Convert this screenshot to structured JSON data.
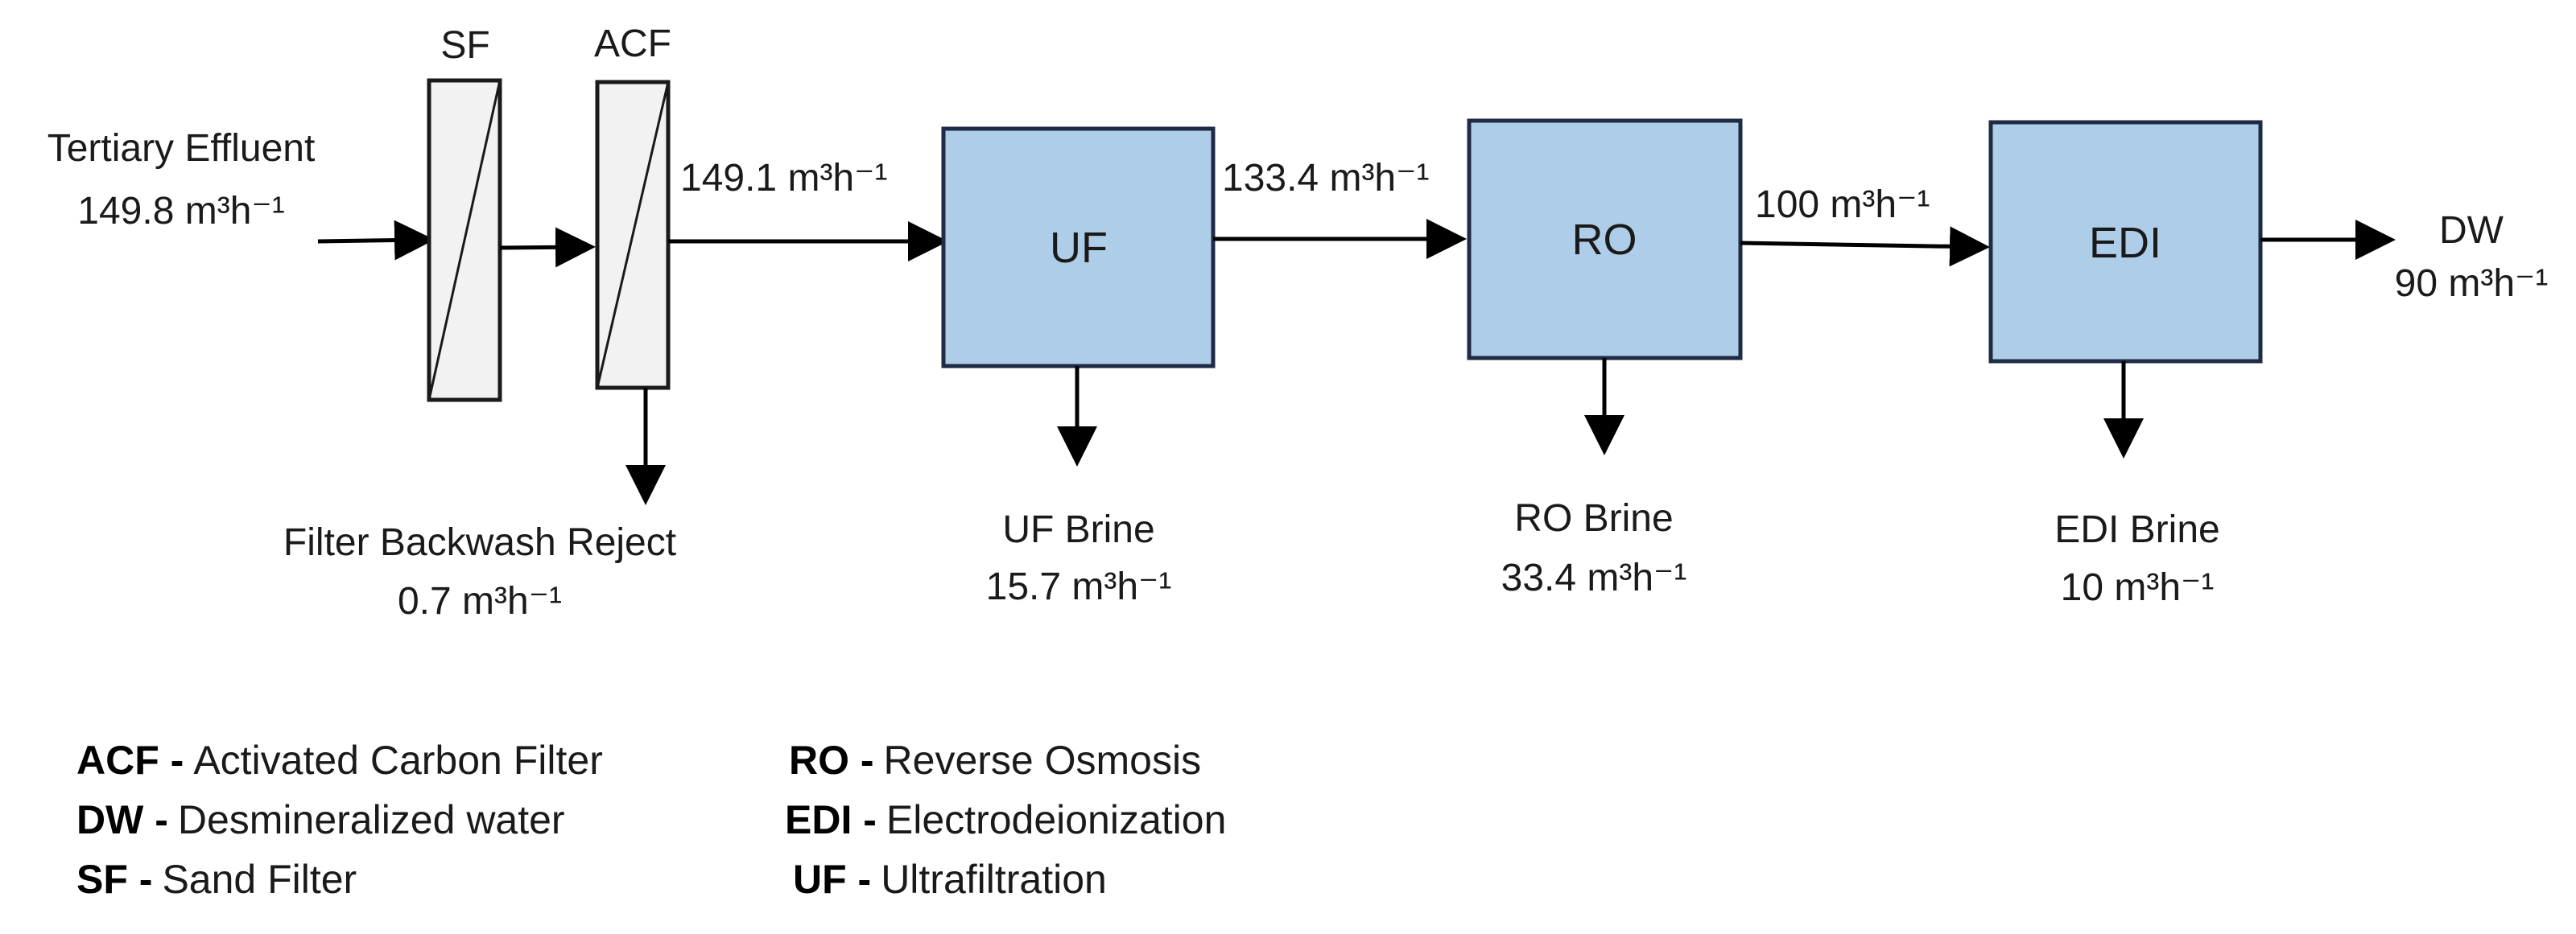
{
  "units": {
    "sf": "SF",
    "acf": "ACF",
    "uf": "UF",
    "ro": "RO",
    "edi": "EDI"
  },
  "streams": {
    "feed_name": "Tertiary Effluent",
    "feed_flow": "149.8 m³h⁻¹",
    "after_filters_flow": "149.1 m³h⁻¹",
    "after_uf_flow": "133.4 m³h⁻¹",
    "after_ro_flow": "100 m³h⁻¹",
    "product_name": "DW",
    "product_flow": "90 m³h⁻¹"
  },
  "rejects": {
    "filter_name": "Filter Backwash Reject",
    "filter_flow": "0.7 m³h⁻¹",
    "uf_name": "UF Brine",
    "uf_flow": "15.7 m³h⁻¹",
    "ro_name": "RO Brine",
    "ro_flow": "33.4 m³h⁻¹",
    "edi_name": "EDI Brine",
    "edi_flow": "10 m³h⁻¹"
  },
  "legend": [
    {
      "key": "ACF -",
      "text": "Activated Carbon Filter"
    },
    {
      "key": "DW -",
      "text": "Desmineralized water"
    },
    {
      "key": "SF -",
      "text": "Sand Filter"
    },
    {
      "key": "RO -",
      "text": "Reverse Osmosis"
    },
    {
      "key": "EDI -",
      "text": "Electrodeionization"
    },
    {
      "key": "UF -",
      "text": "Ultrafiltration"
    }
  ],
  "colors": {
    "unit_fill": "#aecde8",
    "unit_stroke": "#1f2a44",
    "line": "#000000"
  }
}
